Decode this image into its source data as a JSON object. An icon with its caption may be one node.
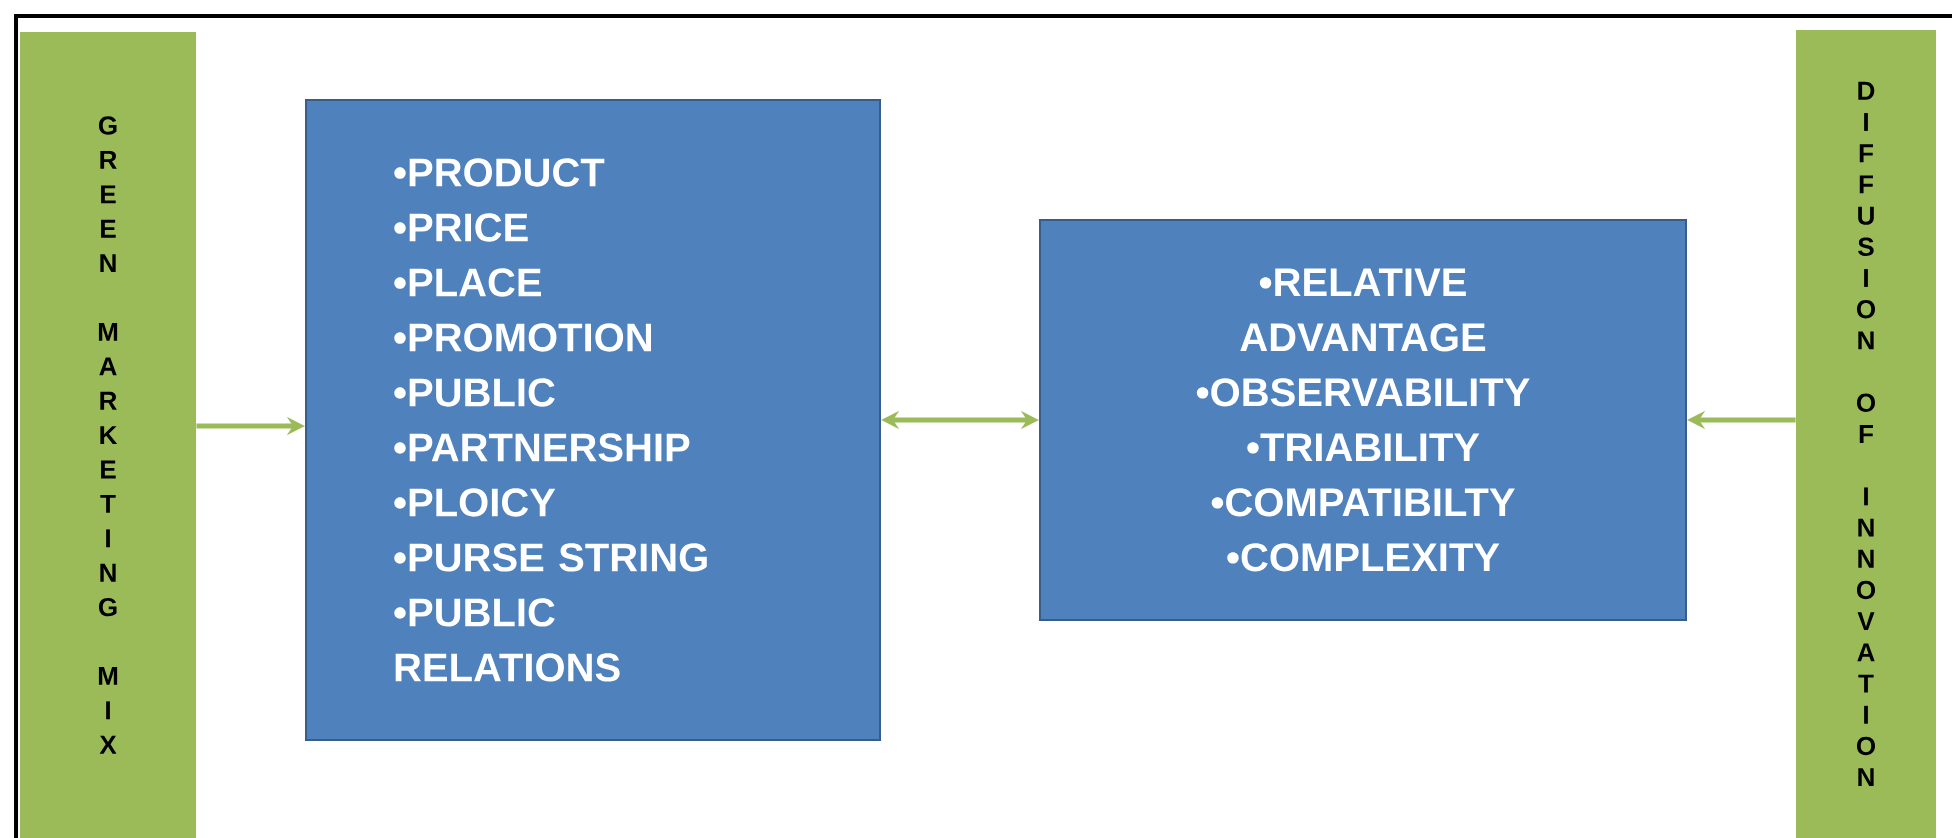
{
  "diagram": {
    "nodes": [
      {
        "text": [
          "GREEN MARKETING MIX"
        ]
      },
      {
        "text": [
          "•PRODUCT",
          "•PRICE",
          "•PLACE",
          "•PROMOTION",
          "•PUBLIC",
          "•PARTNERSHIP",
          "•PLOICY",
          "•PURSE STRING",
          "•PUBLIC RELATIONS"
        ]
      },
      {
        "text": [
          "•RELATIVE ADVANTAGE",
          "•OBSERVABILITY",
          "•TRIABILITY",
          "•COMPATIBILTY",
          "•COMPLEXITY"
        ]
      },
      {
        "text": [
          "DIFFUSION OF INNOVATION"
        ]
      }
    ],
    "edges": [
      {
        "from": 0,
        "to": 1,
        "arrow": "to"
      },
      {
        "from": 1,
        "to": 2,
        "arrow": "both"
      },
      {
        "from": 3,
        "to": 2,
        "arrow": "to"
      }
    ]
  }
}
